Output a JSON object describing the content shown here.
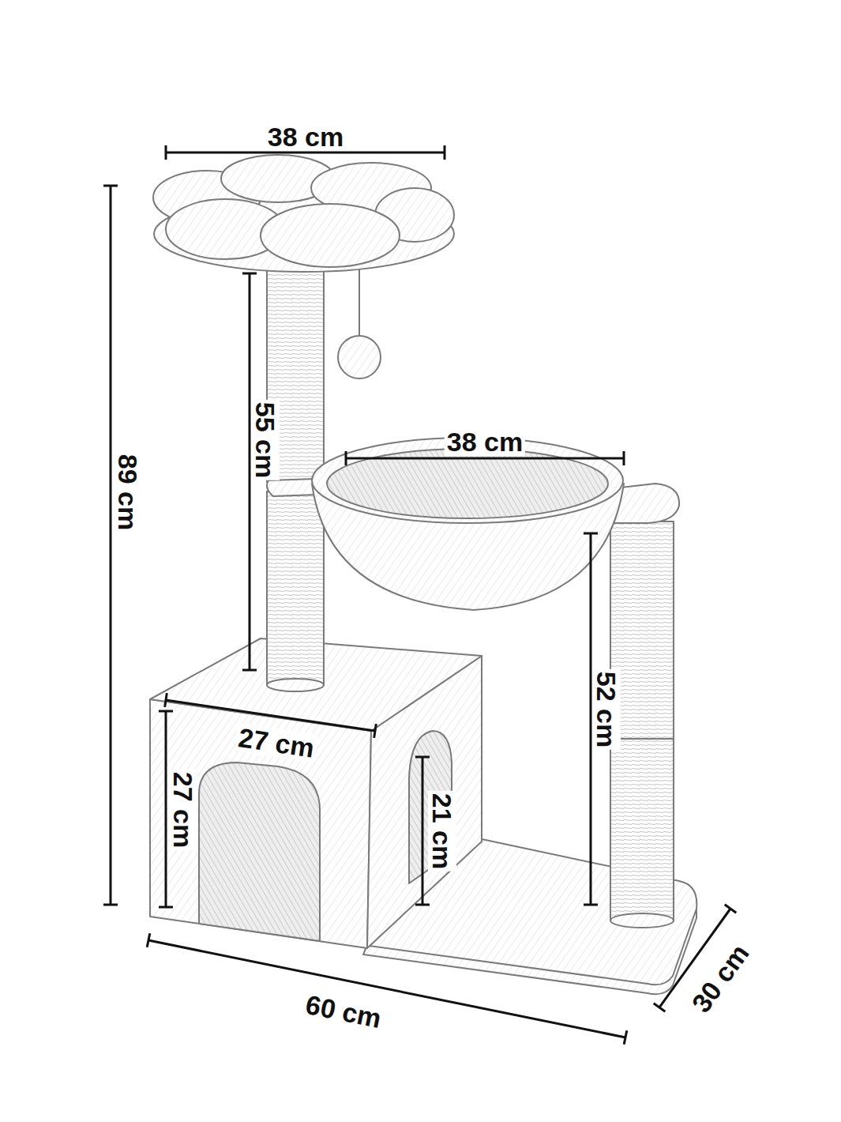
{
  "diagram": {
    "labels": [
      "38 cm",
      "89 cm",
      "55 cm",
      "38 cm",
      "52 cm",
      "27 cm",
      "27 cm",
      "21 cm",
      "60 cm",
      "30 cm"
    ]
  }
}
